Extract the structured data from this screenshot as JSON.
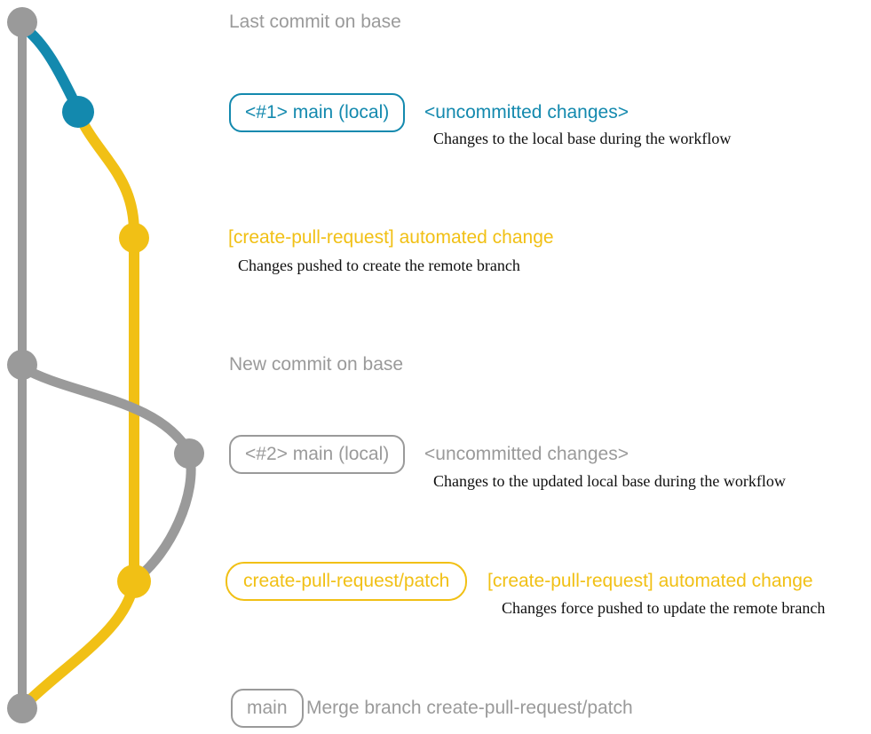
{
  "colors": {
    "gray": "#9a9a9a",
    "blue": "#1389ae",
    "yellow": "#f1c015",
    "text_dark": "#0e0e0e",
    "background": "#ffffff"
  },
  "graph": {
    "branches": [
      {
        "name": "base (main)",
        "color_key": "gray"
      },
      {
        "name": "local uncommitted changes",
        "color_key": "blue"
      },
      {
        "name": "create-pull-request/patch",
        "color_key": "yellow"
      }
    ],
    "commit_dots": [
      {
        "id": "last-commit-on-base",
        "color_key": "gray"
      },
      {
        "id": "uncommitted-changes-1",
        "color_key": "blue"
      },
      {
        "id": "automated-change-1",
        "color_key": "yellow"
      },
      {
        "id": "new-commit-on-base",
        "color_key": "gray"
      },
      {
        "id": "uncommitted-changes-2",
        "color_key": "gray"
      },
      {
        "id": "automated-change-2",
        "color_key": "yellow"
      },
      {
        "id": "merge-commit",
        "color_key": "gray"
      }
    ]
  },
  "rows": {
    "last_commit": {
      "label": "Last commit on base"
    },
    "row1": {
      "branch_tag": "<#1> main (local)",
      "title": "<uncommitted changes>",
      "caption": "Changes to the local base during the workflow"
    },
    "row2": {
      "title": "[create-pull-request] automated change",
      "caption": "Changes pushed to create the remote branch"
    },
    "new_commit": {
      "label": "New commit on base"
    },
    "row3": {
      "branch_tag": "<#2> main (local)",
      "title": "<uncommitted changes>",
      "caption": "Changes to the updated local base during the workflow"
    },
    "row4": {
      "branch_tag": "create-pull-request/patch",
      "title": "[create-pull-request] automated change",
      "caption": "Changes force pushed to update the remote branch"
    },
    "merge": {
      "branch_tag": "main",
      "label": "Merge branch create-pull-request/patch"
    }
  }
}
